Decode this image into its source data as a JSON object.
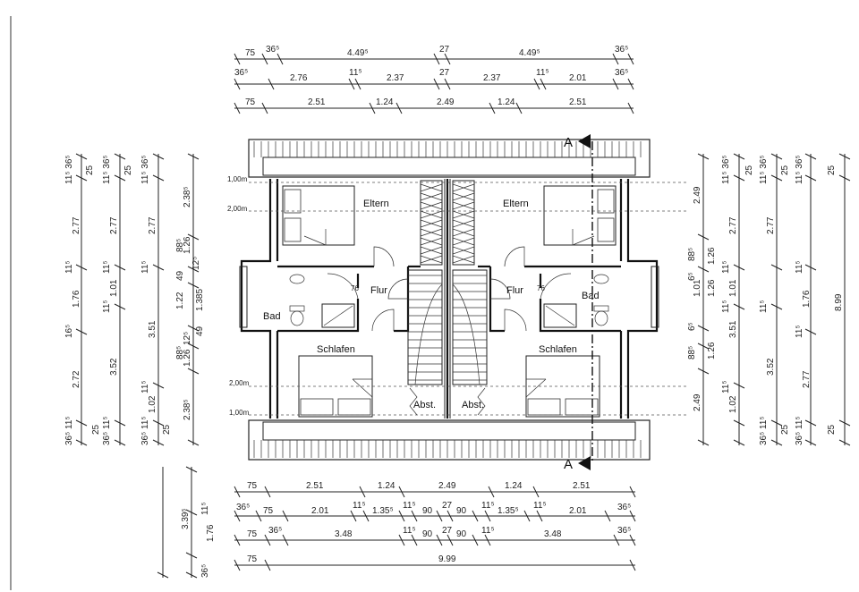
{
  "rooms": {
    "eltern_left": "Eltern",
    "eltern_right": "Eltern",
    "flur_left": "Flur",
    "flur_right": "Flur",
    "flur_num_left": "76",
    "flur_num_right": "76",
    "bad_left": "Bad",
    "bad_right": "Bad",
    "schlafen_left": "Schlafen",
    "schlafen_right": "Schlafen",
    "abst_left": "Abst.",
    "abst_right": "Abst."
  },
  "levels": {
    "l100_top": "1,00m",
    "l200_top": "2,00m",
    "l200_bot": "2,00m",
    "l100_bot": "1,00m"
  },
  "section": {
    "top": "A",
    "bottom": "A"
  },
  "dims": {
    "top1": [
      "75",
      "36⁵",
      "4.49⁵",
      "27",
      "4.49⁵",
      "36⁵"
    ],
    "top2": [
      "36⁵",
      "2.76",
      "11⁵",
      "2.37",
      "27",
      "2.37",
      "11⁵",
      "2.01",
      "36⁵"
    ],
    "top3": [
      "75",
      "2.51",
      "1.24",
      "2.49",
      "1.24",
      "2.51"
    ],
    "bot1": [
      "75",
      "2.51",
      "1.24",
      "2.49",
      "1.24",
      "2.51"
    ],
    "bot2": [
      "36⁵",
      "75",
      "2.01",
      "11⁵",
      "1.35⁵",
      "11⁵",
      "90",
      "27",
      "90",
      "11⁵",
      "1.35⁵",
      "11⁵",
      "2.01",
      "36⁵"
    ],
    "bot3": [
      "75",
      "36⁵",
      "3.48",
      "11⁵",
      "90",
      "27",
      "90",
      "11⁵",
      "3.48",
      "36⁵"
    ],
    "bot4": [
      "75",
      "9.99"
    ],
    "left1": [
      "11⁵ 36⁵",
      "2.77",
      "11⁵",
      "1.76",
      "16⁵",
      "2.72",
      "36⁵ 11⁵"
    ],
    "left2": [
      "25",
      "11⁵ 36⁵",
      "2.77",
      "11⁵",
      "1.01",
      "11⁵",
      "3.52",
      "36⁵ 11⁵",
      "25"
    ],
    "left3": [
      "25",
      "11⁵ 36⁵",
      "2.77",
      "11⁵",
      "3.51",
      "11⁵",
      "1.02",
      "36⁵ 11⁵",
      "25"
    ],
    "left4": [
      "2.38⁵",
      "88⁵",
      "1.26",
      "12⁵",
      "49",
      "1.22",
      "1.385",
      "88⁵",
      "12⁵",
      "1.26",
      "49",
      "2.38⁵"
    ],
    "leftx": [
      "3.39⁵",
      "11⁵",
      "1.76",
      "36⁵"
    ],
    "right1": [
      "2.49",
      "88⁵",
      "1.26",
      "6⁵",
      "1.01",
      "1.26",
      "6⁵",
      "88⁵",
      "1.26",
      "2.49"
    ],
    "right2": [
      "11⁵ 36⁵",
      "25",
      "11⁵ 36⁵",
      "25",
      "11⁵ 36⁵",
      "25"
    ],
    "right3": [
      "2.77",
      "11⁵",
      "1.01",
      "11⁵",
      "3.51",
      "11⁵",
      "3.52",
      "36⁵ 11⁵",
      "1.02",
      "11⁵"
    ],
    "right4": [
      "2.77",
      "11⁵",
      "1.76",
      "11⁵",
      "2.77",
      "36⁵ 11⁵",
      "25"
    ],
    "right5": [
      "8.99",
      "25"
    ]
  }
}
